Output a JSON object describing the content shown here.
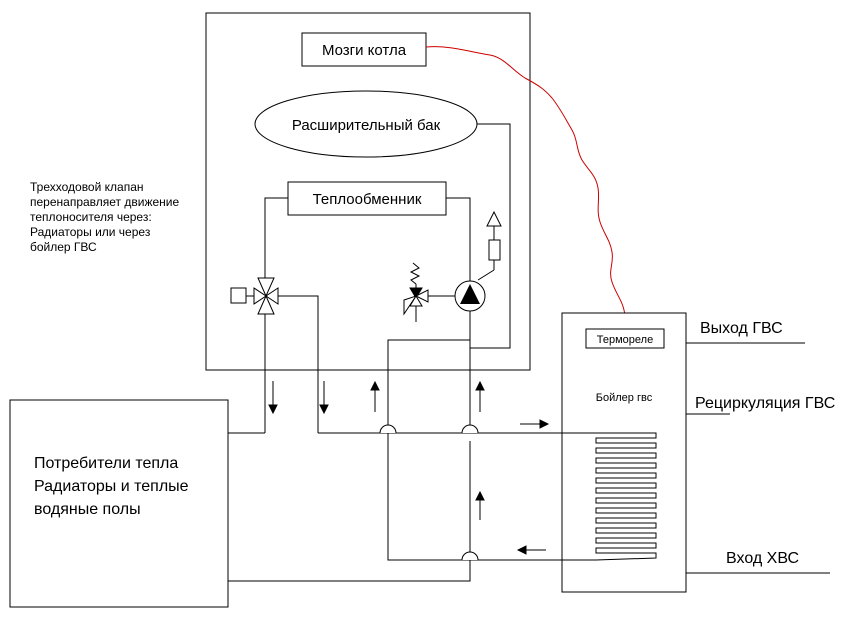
{
  "labels": {
    "boiler_brain": "Мозги котла",
    "expansion_tank": "Расширительный бак",
    "heat_exchanger": "Теплообменник",
    "thermorelay": "Термореле",
    "dhw_boiler": "Бойлер гвс",
    "dhw_out": "Выход ГВС",
    "dhw_recirc": "Рециркуляция ГВС",
    "cold_in": "Вход ХВС",
    "consumers_1": "Потребители тепла",
    "consumers_2": "Радиаторы и теплые",
    "consumers_3": "водяные полы"
  },
  "note": {
    "lines": [
      "Трехходовой клапан",
      "перенаправляет движение",
      "теплоносителя через:",
      "Радиаторы или через",
      "бойлер ГВС"
    ]
  },
  "colors": {
    "line": "#000000",
    "signal_wire": "#cc0000"
  }
}
